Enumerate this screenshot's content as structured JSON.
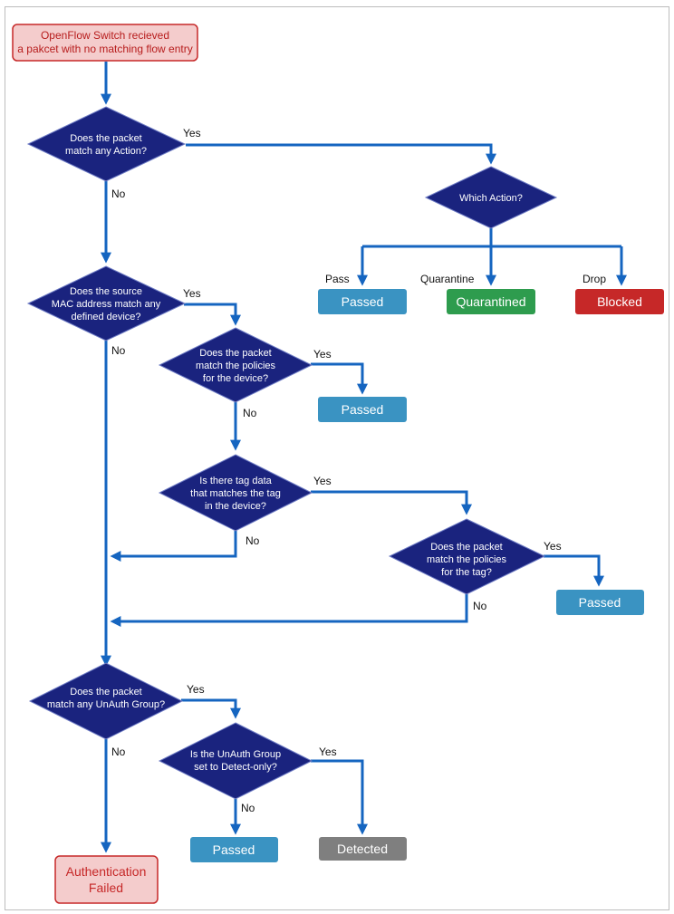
{
  "start": {
    "line1": "OpenFlow Switch recieved",
    "line2": "a pakcet with no matching flow entry"
  },
  "decisions": {
    "match_action": [
      "Does the packet",
      "match any Action?"
    ],
    "which_action": [
      "Which Action?"
    ],
    "source_mac": [
      "Does the source",
      "MAC address match any",
      "defined device?"
    ],
    "device_policies": [
      "Does the packet",
      "match the policies",
      "for the device?"
    ],
    "tag_data": [
      "Is there tag data",
      "that matches the tag",
      "in the device?"
    ],
    "tag_policies": [
      "Does the packet",
      "match the policies",
      "for the tag?"
    ],
    "unauth_group": [
      "Does the packet",
      "match any UnAuth Group?"
    ],
    "detect_only": [
      "Is the UnAuth Group",
      "set to Detect-only?"
    ]
  },
  "outcomes": {
    "passed": "Passed",
    "quarantined": "Quarantined",
    "blocked": "Blocked",
    "detected": "Detected",
    "auth_failed": [
      "Authentication",
      "Failed"
    ]
  },
  "branch_labels": {
    "yes": "Yes",
    "no": "No",
    "pass": "Pass",
    "quarantine": "Quarantine",
    "drop": "Drop"
  },
  "colors": {
    "diamond": "#1a237e",
    "arrow": "#1565c0",
    "passed": "#3a93c2",
    "quarantined": "#2e9c4e",
    "blocked": "#c62828",
    "detected": "#7f7f7f",
    "terminal_fill": "#f4cccc",
    "terminal_border": "#c62828"
  }
}
